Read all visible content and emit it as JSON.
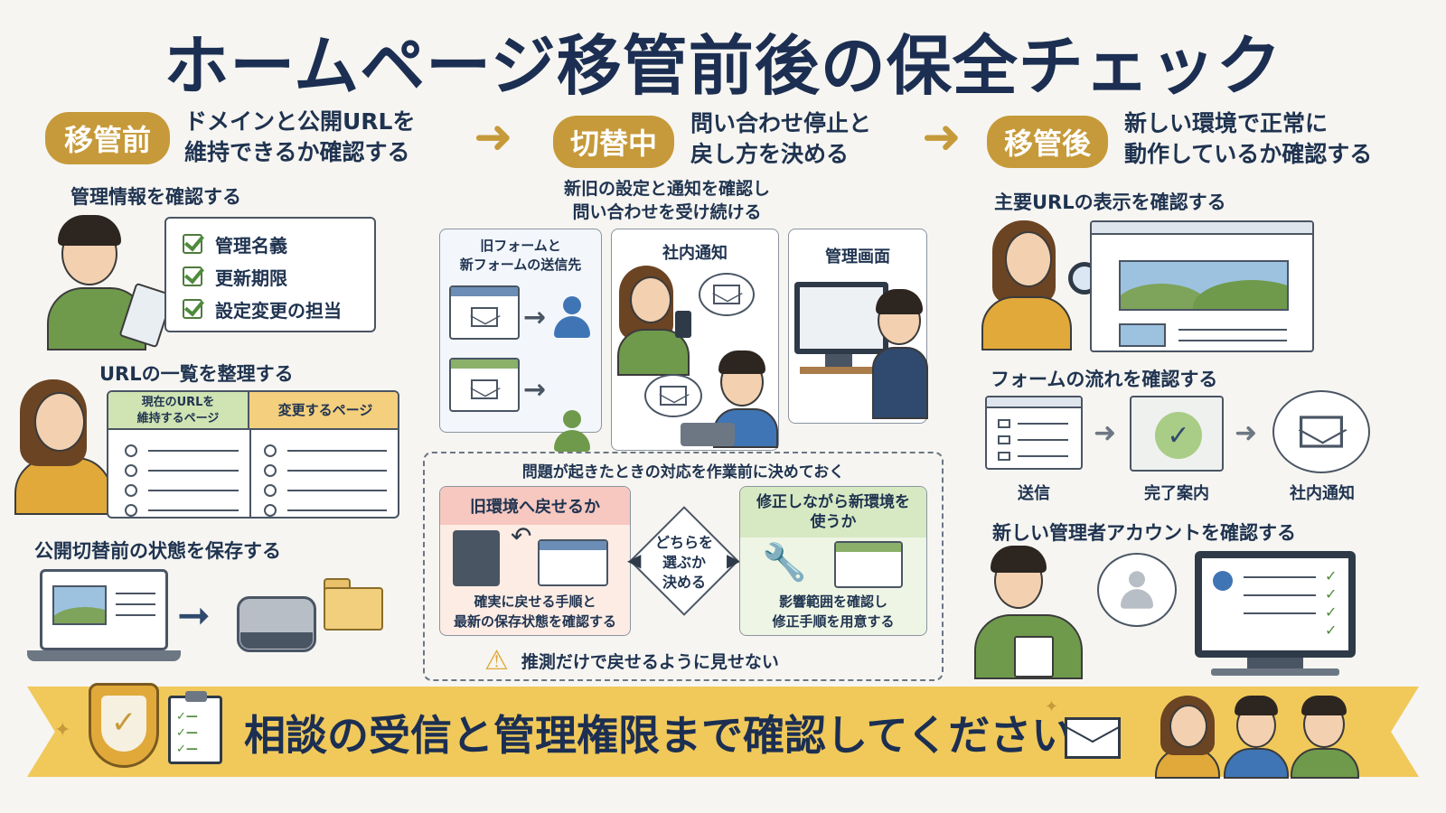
{
  "title": "ホームページ移管前後の保全チェック",
  "phases": [
    {
      "label": "移管前",
      "desc1": "ドメインと公開URLを",
      "desc2": "維持できるか確認する"
    },
    {
      "label": "切替中",
      "desc1": "問い合わせ停止と",
      "desc2": "戻し方を決める"
    },
    {
      "label": "移管後",
      "desc1": "新しい環境で正常に",
      "desc2": "動作しているか確認する"
    }
  ],
  "before": {
    "mgmt_heading": "管理情報を確認する",
    "checklist": [
      "管理名義",
      "更新期限",
      "設定変更の担当"
    ],
    "url_heading": "URLの一覧を整理する",
    "url_col1_line1": "現在のURLを",
    "url_col1_line2": "維持するページ",
    "url_col2": "変更するページ",
    "save_heading": "公開切替前の状態を保存する"
  },
  "during": {
    "heading1": "新旧の設定と通知を確認し",
    "heading2": "問い合わせを受け続ける",
    "card1_line1": "旧フォームと",
    "card1_line2": "新フォームの送信先",
    "card2": "社内通知",
    "card3": "管理画面",
    "decide_heading": "問題が起きたときの対応を作業前に決めておく",
    "left_title": "旧環境へ戻せるか",
    "left_cap1": "確実に戻せる手順と",
    "left_cap2": "最新の保存状態を確認する",
    "center1": "どちらを",
    "center2": "選ぶか",
    "center3": "決める",
    "right_title1": "修正しながら新環境を",
    "right_title2": "使うか",
    "right_cap1": "影響範囲を確認し",
    "right_cap2": "修正手順を用意する",
    "warning": "推測だけで戻せるように見せない"
  },
  "after": {
    "url_heading": "主要URLの表示を確認する",
    "form_heading": "フォームの流れを確認する",
    "flow": [
      "送信",
      "完了案内",
      "社内通知"
    ],
    "admin_heading": "新しい管理者アカウントを確認する"
  },
  "banner": "相談の受信と管理権限まで確認してください",
  "colors": {
    "accent": "#c69a3a",
    "navy": "#1c2f52",
    "banner": "#f0c95a"
  }
}
